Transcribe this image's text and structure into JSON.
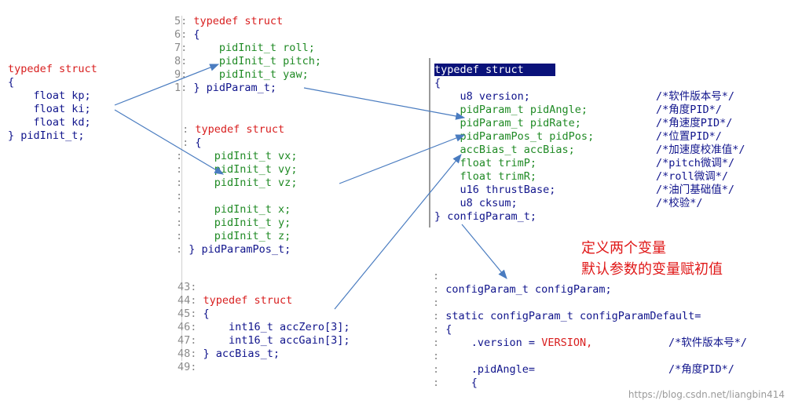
{
  "colors": {
    "keyword": "#d81e1e",
    "type": "#1f8a24",
    "text": "#10148c",
    "comment": "#10148c",
    "highlight_bg": "#0a127a",
    "arrow": "#4a7cc0",
    "annotation": "#e01818"
  },
  "blocks": {
    "pidInit": [
      {
        "t": "typedef struct",
        "c": "kw"
      },
      {
        "t": "{",
        "c": "tx"
      },
      {
        "t": "    float kp;",
        "c": "tx"
      },
      {
        "t": "    float ki;",
        "c": "tx"
      },
      {
        "t": "    float kd;",
        "c": "tx"
      },
      {
        "t": "} pidInit_t;",
        "c": "tx"
      }
    ],
    "pidParam": [
      {
        "g": "5: ",
        "t": "typedef struct",
        "c": "kw"
      },
      {
        "g": "6: ",
        "t": "{",
        "c": "tx"
      },
      {
        "g": "7:     ",
        "t": "pidInit_t roll;",
        "c": "ty"
      },
      {
        "g": "8:     ",
        "t": "pidInit_t pitch;",
        "c": "ty"
      },
      {
        "g": "9:     ",
        "t": "pidInit_t yaw;",
        "c": "ty"
      },
      {
        "g": "1: ",
        "t": "} pidParam_t;",
        "c": "tx"
      }
    ],
    "pidParamPos": [
      {
        "g": " : ",
        "t": "typedef struct",
        "c": "kw"
      },
      {
        "g": " : ",
        "t": "{",
        "c": "tx"
      },
      {
        "g": ":     ",
        "t": "pidInit_t vx;",
        "c": "ty"
      },
      {
        "g": ":     ",
        "t": "pidInit_t vy;",
        "c": "ty"
      },
      {
        "g": ":     ",
        "t": "pidInit_t vz;",
        "c": "ty"
      },
      {
        "g": ":",
        "t": "",
        "c": "tx"
      },
      {
        "g": ":     ",
        "t": "pidInit_t x;",
        "c": "ty"
      },
      {
        "g": ":     ",
        "t": "pidInit_t y;",
        "c": "ty"
      },
      {
        "g": ":     ",
        "t": "pidInit_t z;",
        "c": "ty"
      },
      {
        "g": ": ",
        "t": "} pidParamPos_t;",
        "c": "tx"
      }
    ],
    "accBias": [
      {
        "g": "43:",
        "t": "",
        "c": "tx"
      },
      {
        "g": "44: ",
        "t": "typedef struct",
        "c": "kw"
      },
      {
        "g": "45: ",
        "t": "{",
        "c": "tx"
      },
      {
        "g": "46:     ",
        "t": "int16_t accZero[3];",
        "c": "tx"
      },
      {
        "g": "47:     ",
        "t": "int16_t accGain[3];",
        "c": "tx"
      },
      {
        "g": "48: ",
        "t": "} accBias_t;",
        "c": "tx"
      },
      {
        "g": "49:",
        "t": "",
        "c": "tx"
      }
    ],
    "configParam_header": "typedef struct",
    "configParam": [
      {
        "t": "{",
        "c": "tx",
        "cm": ""
      },
      {
        "t": "    u8 version;",
        "c": "tx",
        "cm": "/*软件版本号*/"
      },
      {
        "t": "    pidParam_t pidAngle;",
        "c": "ty",
        "cm": "/*角度PID*/"
      },
      {
        "t": "    pidParam_t pidRate;",
        "c": "ty",
        "cm": "/*角速度PID*/"
      },
      {
        "t": "    pidParamPos_t pidPos;",
        "c": "ty",
        "cm": "/*位置PID*/"
      },
      {
        "t": "    accBias_t accBias;",
        "c": "ty",
        "cm": "/*加速度校准值*/"
      },
      {
        "t": "    float trimP;",
        "c": "ty",
        "cm": "/*pitch微调*/"
      },
      {
        "t": "    float trimR;",
        "c": "ty",
        "cm": "/*roll微调*/"
      },
      {
        "t": "    u16 thrustBase;",
        "c": "tx",
        "cm": "/*油门基础值*/"
      },
      {
        "t": "    u8 cksum;",
        "c": "tx",
        "cm": "/*校验*/"
      },
      {
        "t": "} configParam_t;",
        "c": "tx",
        "cm": ""
      }
    ],
    "configDefault": [
      {
        "g": ":",
        "t": "",
        "c": "tx",
        "x": ""
      },
      {
        "g": ": ",
        "t": "configParam_t configParam;",
        "c": "tx",
        "x": ""
      },
      {
        "g": ":",
        "t": "",
        "c": "tx",
        "x": ""
      },
      {
        "g": ": ",
        "t": "static configParam_t configParamDefault=",
        "c": "tx",
        "x": ""
      },
      {
        "g": ": ",
        "t": "{",
        "c": "tx",
        "x": ""
      },
      {
        "g": ":     ",
        "t": ".version = ",
        "c": "tx",
        "x": "VERSION,",
        "cm": "/*软件版本号*/"
      },
      {
        "g": ":",
        "t": "",
        "c": "tx",
        "x": ""
      },
      {
        "g": ":     ",
        "t": ".pidAngle=  ",
        "c": "tx",
        "x": "",
        "cm": "/*角度PID*/"
      },
      {
        "g": ":     ",
        "t": "{",
        "c": "tx",
        "x": ""
      }
    ]
  },
  "annotation": [
    "定义两个变量",
    "默认参数的变量赋初值"
  ],
  "watermark": "https://blog.csdn.net/liangbin414"
}
